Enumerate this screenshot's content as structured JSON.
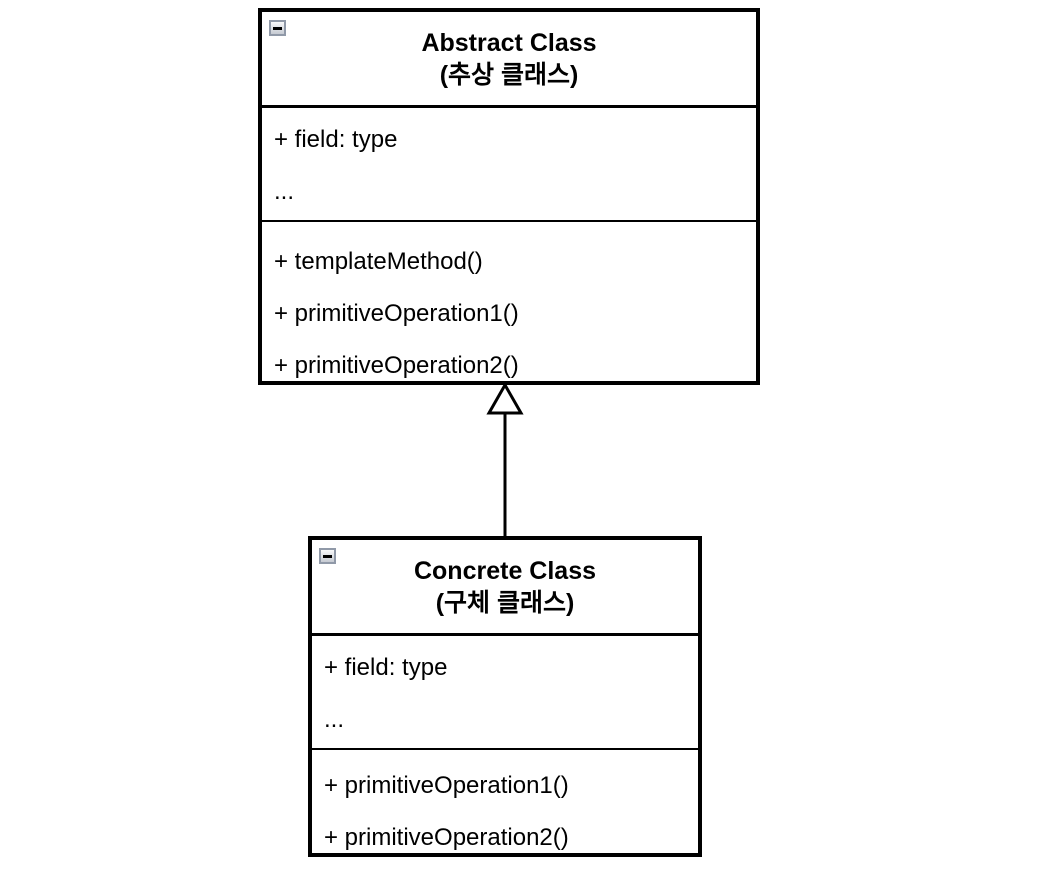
{
  "diagram": {
    "kind": "uml-class-diagram",
    "background_color": "#ffffff",
    "line_color": "#000000",
    "icons": {
      "collapse": "minus-in-square"
    },
    "classes": [
      {
        "name": "Abstract Class",
        "subtitle": "(추상 클래스)",
        "fields": [
          "+ field: type",
          "..."
        ],
        "methods": [
          "+ templateMethod()",
          "+ primitiveOperation1()",
          "+ primitiveOperation2()"
        ]
      },
      {
        "name": "Concrete Class",
        "subtitle": "(구체 클래스)",
        "fields": [
          "+ field: type",
          "..."
        ],
        "methods": [
          "+ primitiveOperation1()",
          "+ primitiveOperation2()"
        ]
      }
    ],
    "relationships": [
      {
        "type": "generalization",
        "from": "Concrete Class",
        "to": "Abstract Class",
        "arrowhead": "hollow-triangle",
        "direction": "up"
      }
    ]
  }
}
